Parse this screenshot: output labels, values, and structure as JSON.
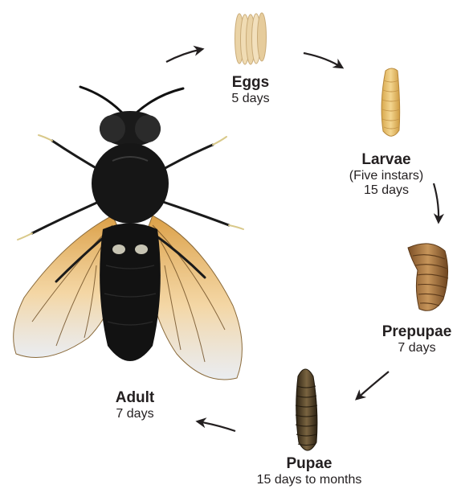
{
  "stages": {
    "eggs": {
      "name": "Eggs",
      "detail": "5 days"
    },
    "larvae": {
      "name": "Larvae",
      "detail": "(Five instars)",
      "duration": "15 days"
    },
    "prepupae": {
      "name": "Prepupae",
      "detail": "7 days"
    },
    "pupae": {
      "name": "Pupae",
      "detail": "15 days to months"
    },
    "adult": {
      "name": "Adult",
      "detail": "7 days"
    }
  },
  "colors": {
    "text": "#231f20",
    "arrow": "#231f20",
    "egg": "#efd9b0",
    "larva": "#e8c375",
    "prepupa": "#9a6a3a",
    "pupa": "#4a3a22",
    "fly_body": "#141414",
    "wing": "#e2ae5a"
  }
}
